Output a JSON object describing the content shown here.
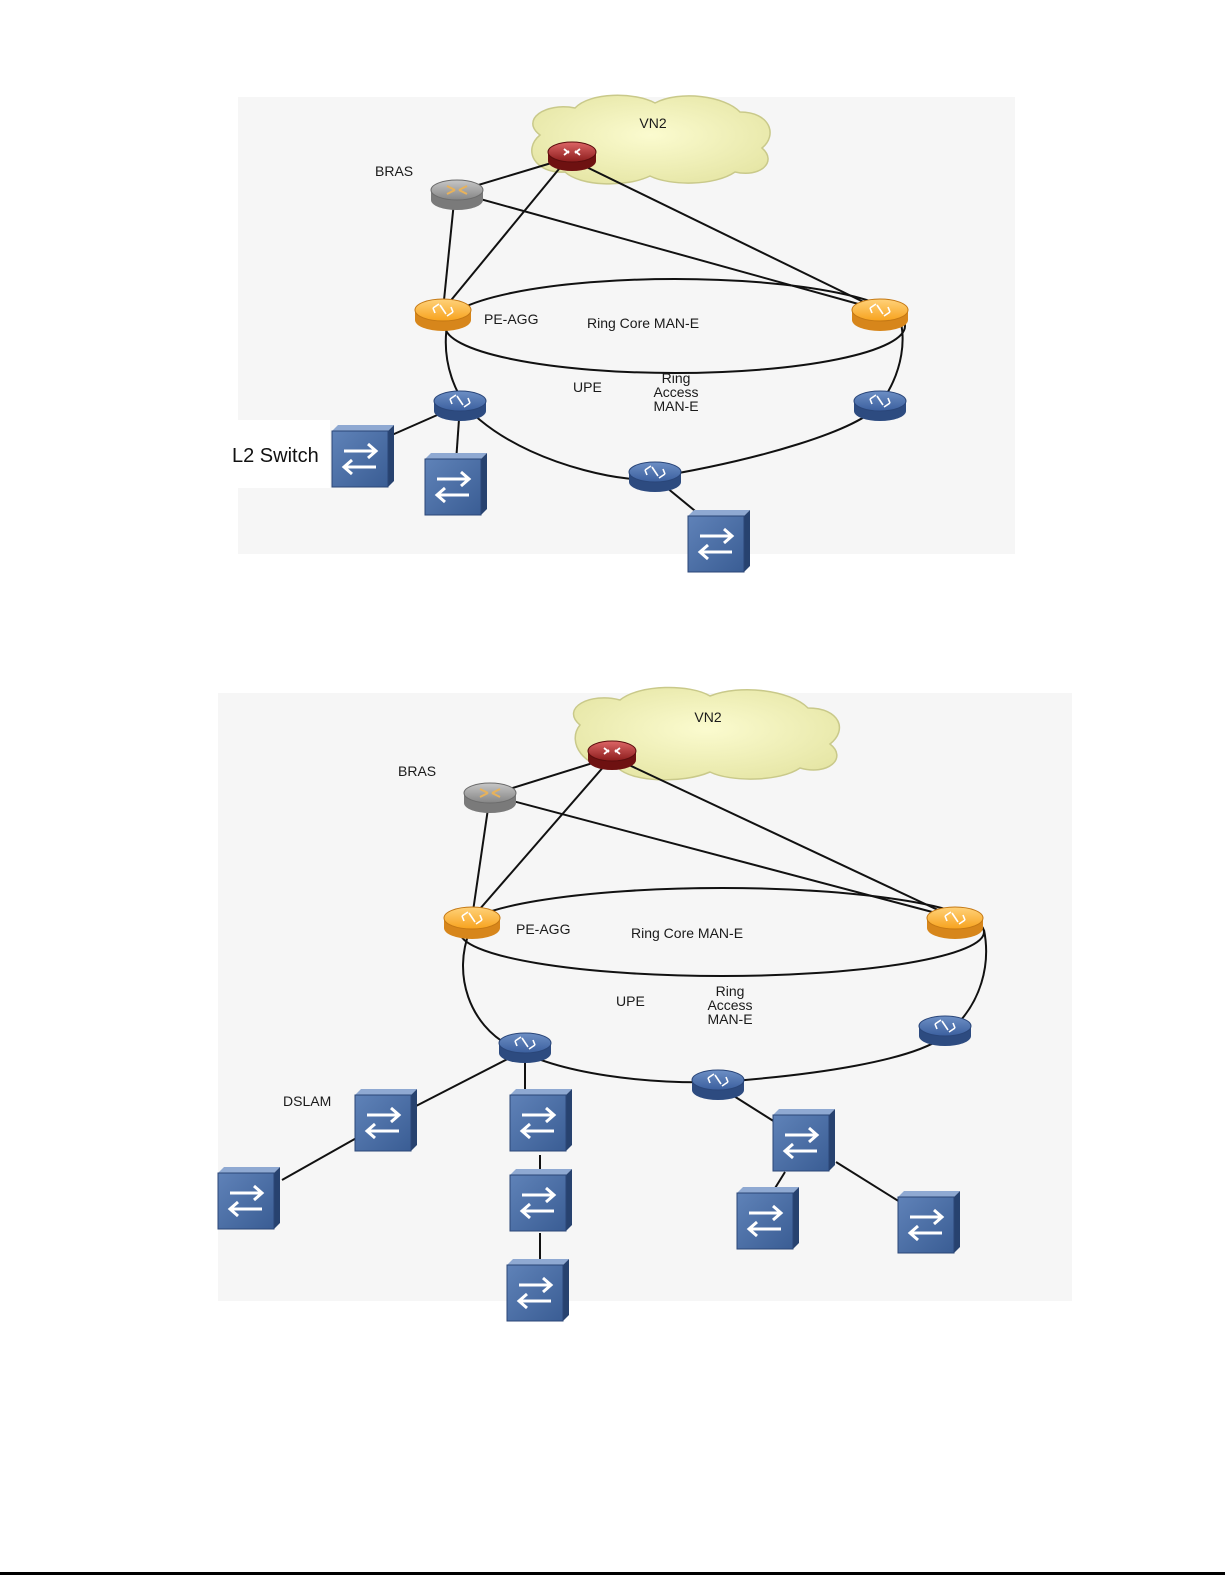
{
  "top_diagram": {
    "cloud_label": "VN2",
    "bras_label": "BRAS",
    "pe_agg_label": "PE-AGG",
    "ring_core_label": "Ring Core MAN-E",
    "upe_label": "UPE",
    "ring_access_label": [
      "Ring",
      "Access",
      "MAN-E"
    ],
    "l2_switch_label": "L2 Switch"
  },
  "bottom_diagram": {
    "cloud_label": "VN2",
    "bras_label": "BRAS",
    "pe_agg_label": "PE-AGG",
    "ring_core_label": "Ring Core MAN-E",
    "upe_label": "UPE",
    "ring_access_label": [
      "Ring",
      "Access",
      "MAN-E"
    ],
    "dslam_label": "DSLAM"
  }
}
